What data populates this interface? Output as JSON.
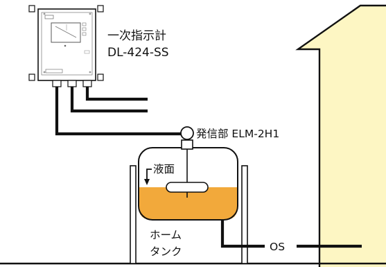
{
  "labels": {
    "indicator_name": "一次指示計",
    "indicator_model": "DL-424-SS",
    "transmitter": "発信部 ELM-2H1",
    "liquid_level": "液面",
    "tank_line1": "ホーム",
    "tank_line2": "タンク",
    "os": "OS"
  },
  "colors": {
    "house_fill": "#fdf6c3",
    "oil": "#f2a93b",
    "line": "#111111",
    "device_body": "#ffffff"
  }
}
